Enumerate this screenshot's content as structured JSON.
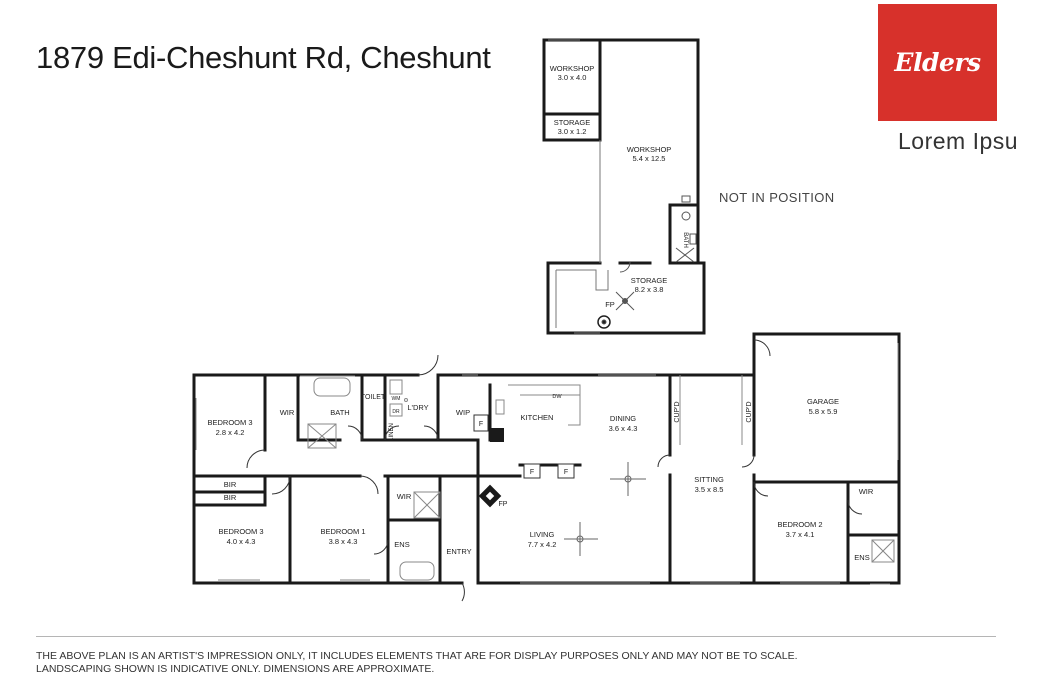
{
  "header": {
    "address": "1879 Edi-Cheshunt Rd, Cheshunt"
  },
  "brand": {
    "logo_text": "Elders",
    "tagline": "Lorem Ipsu",
    "color": "#d7312b"
  },
  "notes": {
    "not_in_position": "NOT IN POSITION"
  },
  "rooms": {
    "workshop_small": {
      "name": "WORKSHOP",
      "dims": "3.0 x 4.0"
    },
    "storage_small": {
      "name": "STORAGE",
      "dims": "3.0 x 1.2"
    },
    "workshop_large": {
      "name": "WORKSHOP",
      "dims": "5.4 x 12.5"
    },
    "storage_large": {
      "name": "STORAGE",
      "dims": "8.2 x 3.8"
    },
    "shed_bath": {
      "name": "BATH"
    },
    "shed_fp": {
      "name": "FP"
    },
    "bedroom3_a": {
      "name": "BEDROOM 3",
      "dims": "2.8 x 4.2"
    },
    "wir_1": {
      "name": "WIR"
    },
    "bath": {
      "name": "BATH"
    },
    "toilet": {
      "name": "TOILET"
    },
    "ldry": {
      "name": "L'DRY"
    },
    "wm": {
      "name": "WM"
    },
    "dr": {
      "name": "DR"
    },
    "linen": {
      "name": "LINEN"
    },
    "wip": {
      "name": "WIP"
    },
    "kitchen": {
      "name": "KITCHEN"
    },
    "dw": {
      "name": "DW"
    },
    "dining": {
      "name": "DINING",
      "dims": "3.6 x 4.3"
    },
    "cupd_1": {
      "name": "CUP'D"
    },
    "cupd_2": {
      "name": "CUP'D"
    },
    "garage": {
      "name": "GARAGE",
      "dims": "5.8 x 5.9"
    },
    "bir_1": {
      "name": "BIR"
    },
    "bir_2": {
      "name": "BIR"
    },
    "bedroom3_b": {
      "name": "BEDROOM 3",
      "dims": "4.0 x 4.3"
    },
    "bedroom1": {
      "name": "BEDROOM 1",
      "dims": "3.8 x 4.3"
    },
    "wir_2": {
      "name": "WIR"
    },
    "ens_1": {
      "name": "ENS"
    },
    "entry": {
      "name": "ENTRY"
    },
    "living": {
      "name": "LIVING",
      "dims": "7.7 x 4.2"
    },
    "living_fp": {
      "name": "FP"
    },
    "sitting": {
      "name": "SITTING",
      "dims": "3.5 x 8.5"
    },
    "bedroom2": {
      "name": "BEDROOM 2",
      "dims": "3.7 x 4.1"
    },
    "wir_3": {
      "name": "WIR"
    },
    "ens_2": {
      "name": "ENS"
    },
    "fridge_1": {
      "name": "F"
    },
    "fridge_2": {
      "name": "F"
    },
    "fridge_3": {
      "name": "F"
    }
  },
  "disclaimer": {
    "line1": "THE ABOVE PLAN IS AN ARTIST'S IMPRESSION ONLY, IT INCLUDES ELEMENTS THAT ARE FOR DISPLAY PURPOSES ONLY AND MAY NOT BE TO SCALE.",
    "line2": "LANDSCAPING SHOWN IS INDICATIVE ONLY. DIMENSIONS ARE APPROXIMATE."
  }
}
